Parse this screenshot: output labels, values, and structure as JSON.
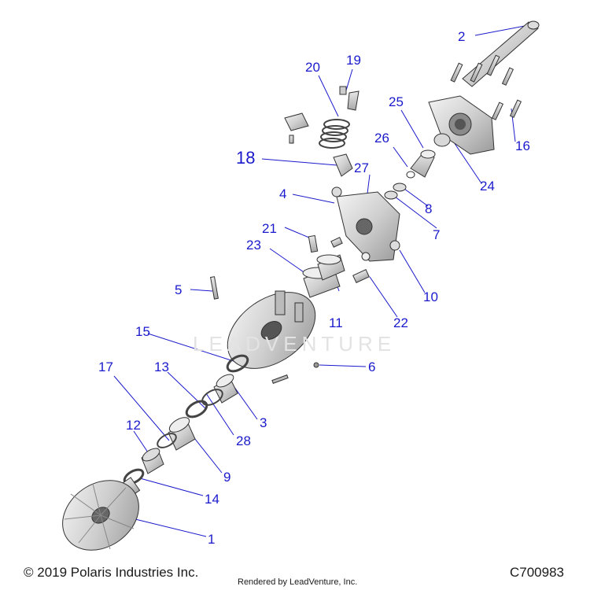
{
  "diagram": {
    "watermark": "LEADVENTURE",
    "copyright": "© 2019 Polaris Industries Inc.",
    "rendered_by": "Rendered by LeadVenture, Inc.",
    "drawing_code": "C700983",
    "callout_color": "#1a1acc",
    "part_labels": [
      "1",
      "2",
      "3",
      "4",
      "5",
      "6",
      "7",
      "8",
      "9",
      "10",
      "11",
      "12",
      "13",
      "14",
      "15",
      "16",
      "17",
      "18",
      "19",
      "20",
      "21",
      "22",
      "23",
      "24",
      "25",
      "26",
      "27",
      "28"
    ]
  }
}
